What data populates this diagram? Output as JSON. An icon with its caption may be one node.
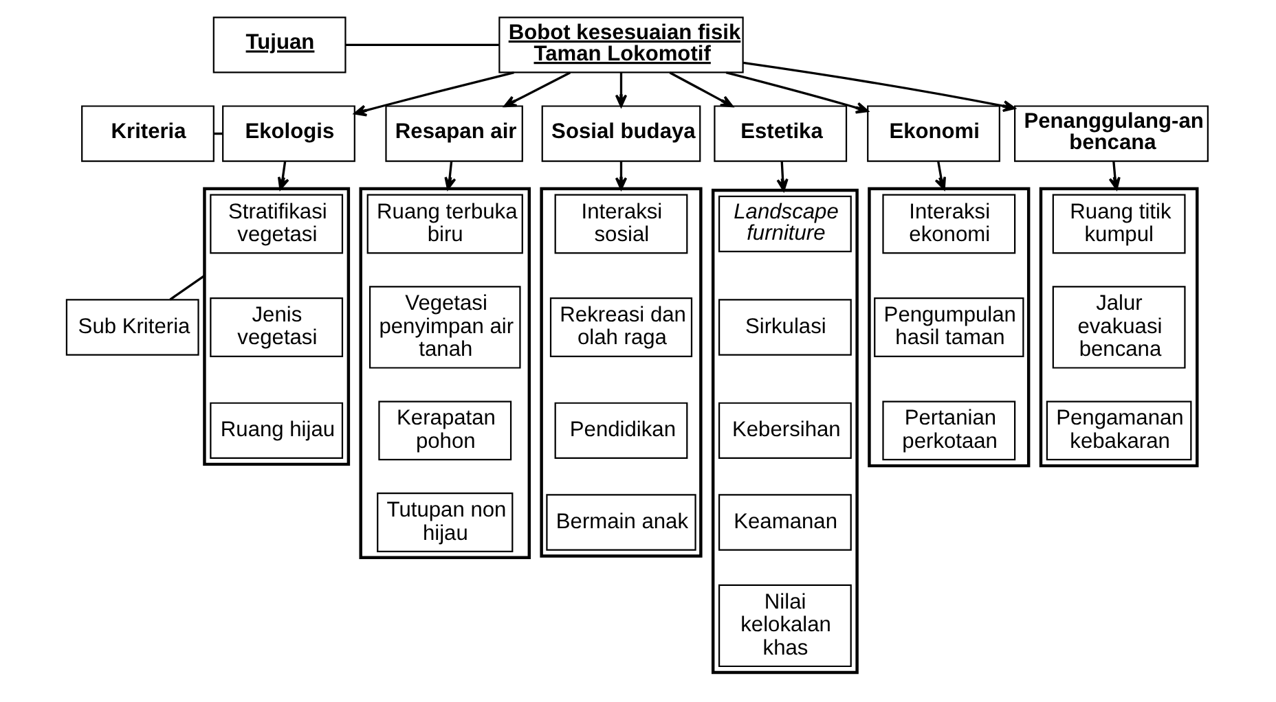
{
  "diagram": {
    "nodes": [
      {
        "text": [
          "Tujuan"
        ]
      },
      {
        "text": [
          "Bobot kesesuaian fisik Taman Lokomotif"
        ]
      },
      {
        "text": [
          "Kriteria"
        ]
      },
      {
        "text": [
          "Ekologis"
        ]
      },
      {
        "text": [
          "Resapan air"
        ]
      },
      {
        "text": [
          "Sosial budaya"
        ]
      },
      {
        "text": [
          "Estetika"
        ]
      },
      {
        "text": [
          "Ekonomi"
        ]
      },
      {
        "text": [
          "Penanggulang-an bencana"
        ]
      },
      {
        "text": [
          "Sub Kriteria"
        ]
      },
      {
        "text": [],
        "shape": "box"
      },
      {
        "text": [
          "Stratifikasi vegetasi"
        ],
        "in": 10
      },
      {
        "text": [
          "Jenis vegetasi"
        ],
        "in": 10
      },
      {
        "text": [
          "Ruang hijau"
        ],
        "in": 10
      },
      {
        "text": [],
        "shape": "box"
      },
      {
        "text": [
          "Ruang terbuka biru"
        ],
        "in": 14
      },
      {
        "text": [
          "Vegetasi penyimpan air tanah"
        ],
        "in": 14
      },
      {
        "text": [
          "Kerapatan pohon"
        ],
        "in": 14
      },
      {
        "text": [
          "Tutupan non hijau"
        ],
        "in": 14
      },
      {
        "text": [],
        "shape": "box"
      },
      {
        "text": [
          "Interaksi sosial"
        ],
        "in": 19
      },
      {
        "text": [
          "Rekreasi dan olah raga"
        ],
        "in": 19
      },
      {
        "text": [
          "Pendidikan"
        ],
        "in": 19
      },
      {
        "text": [
          "Bermain anak"
        ],
        "in": 19
      },
      {
        "text": [],
        "shape": "box"
      },
      {
        "text": [
          "Landscape furniture"
        ],
        "in": 24
      },
      {
        "text": [
          "Sirkulasi"
        ],
        "in": 24
      },
      {
        "text": [
          "Kebersihan"
        ],
        "in": 24
      },
      {
        "text": [
          "Keamanan"
        ],
        "in": 24
      },
      {
        "text": [
          "Nilai kelokalan khas"
        ],
        "in": 24
      },
      {
        "text": [],
        "shape": "box"
      },
      {
        "text": [
          "Interaksi ekonomi"
        ],
        "in": 30
      },
      {
        "text": [
          "Pengumpulan hasil taman"
        ],
        "in": 30
      },
      {
        "text": [
          "Pertanian perkotaan"
        ],
        "in": 30
      },
      {
        "text": [],
        "shape": "box"
      },
      {
        "text": [
          "Ruang titik kumpul"
        ],
        "in": 34
      },
      {
        "text": [
          "Jalur evakuasi bencana"
        ],
        "in": 34
      },
      {
        "text": [
          "Pengamanan kebakaran"
        ],
        "in": 34
      }
    ],
    "edges": [
      {
        "from": 0,
        "to": 1,
        "arrow": "none"
      },
      {
        "from": 1,
        "to": 3,
        "arrow": "to"
      },
      {
        "from": 1,
        "to": 4,
        "arrow": "to"
      },
      {
        "from": 1,
        "to": 5,
        "arrow": "to"
      },
      {
        "from": 1,
        "to": 6,
        "arrow": "to"
      },
      {
        "from": 1,
        "to": 7,
        "arrow": "to"
      },
      {
        "from": 1,
        "to": 8,
        "arrow": "to"
      },
      {
        "from": 2,
        "to": 3,
        "arrow": "none"
      },
      {
        "from": 9,
        "to": 10,
        "arrow": "none"
      },
      {
        "from": 3,
        "to": 10,
        "arrow": "to"
      },
      {
        "from": 4,
        "to": 14,
        "arrow": "to"
      },
      {
        "from": 5,
        "to": 19,
        "arrow": "to"
      },
      {
        "from": 6,
        "to": 24,
        "arrow": "to"
      },
      {
        "from": 7,
        "to": 30,
        "arrow": "to"
      },
      {
        "from": 8,
        "to": 34,
        "arrow": "to"
      }
    ]
  }
}
